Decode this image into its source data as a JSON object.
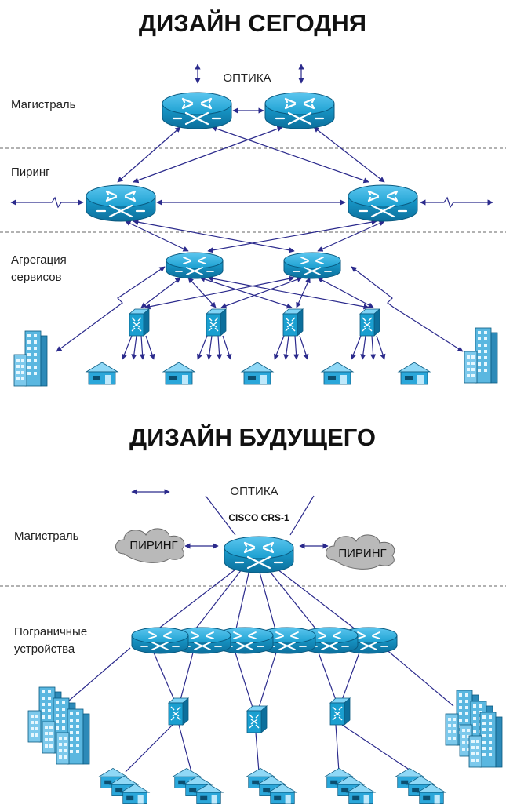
{
  "top": {
    "title": "ДИЗАЙН СЕГОДНЯ",
    "optics": "ОПТИКА",
    "layers": {
      "backbone": "Магистраль",
      "peering": "Пиринг",
      "aggregation_line1": "Агрегация",
      "aggregation_line2": "сервисов"
    }
  },
  "bottom": {
    "title": "ДИЗАЙН БУДУЩЕГО",
    "optics": "ОПТИКА",
    "core_router": "CISCO CRS-1",
    "cloud_left": "ПИРИНГ",
    "cloud_right": "ПИРИНГ",
    "layers": {
      "backbone": "Магистраль",
      "edge_line1": "Пограничные",
      "edge_line2": "устройства"
    }
  },
  "colors": {
    "router_blue": "#1a9fd0",
    "router_dark": "#0c6f9c",
    "link": "#2b2a8c",
    "cloud": "#b9b9b9",
    "building": "#5ab7e0"
  },
  "icons": [
    "router-icon",
    "switch-icon",
    "house-icon",
    "building-icon",
    "cloud-icon"
  ]
}
